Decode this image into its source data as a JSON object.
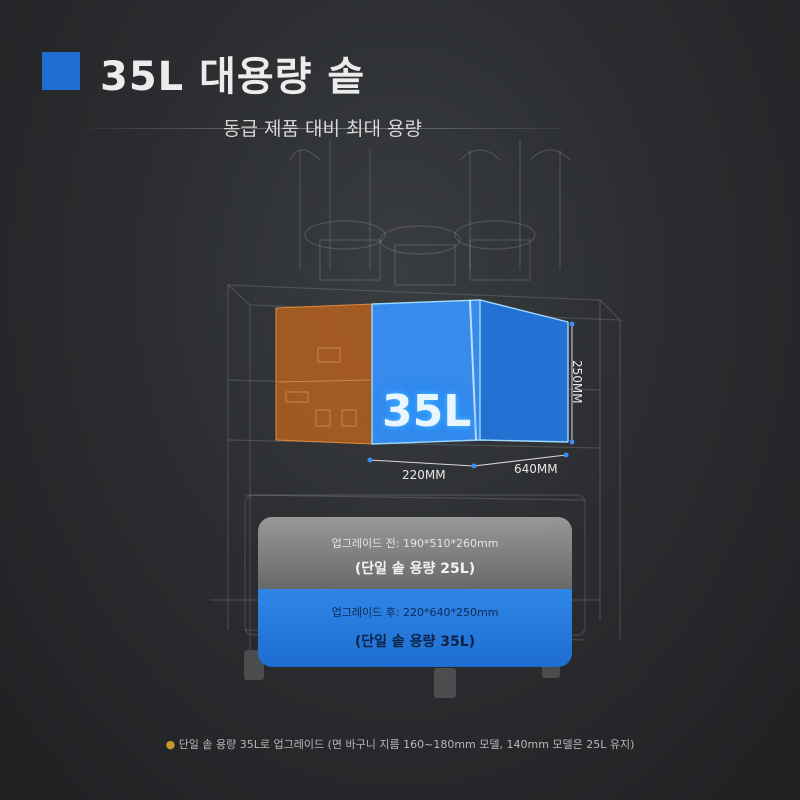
{
  "header": {
    "title": "35L 대용량 솥",
    "subtitle": "동급 제품 대비 최대 용량"
  },
  "product": {
    "capacity_label": "35L",
    "dimensions": {
      "width": "220MM",
      "depth": "640MM",
      "height": "250MM"
    }
  },
  "comparison": {
    "before_spec": "업그레이드 전: 190*510*260mm",
    "before_capacity": "(단일 솥 용량 25L)",
    "after_spec": "업그레이드 후: 220*640*250mm",
    "after_capacity": "(단일 솥 용량 35L)"
  },
  "footnote": "단일 솥 용량 35L로 업그레이드 (면 바구니 지름 160~180mm 모델, 140mm 모델은 25L 유지)",
  "colors": {
    "accent": "#1f6fd1",
    "box_orange": "#c0641e",
    "box_blue": "#2a7fe0",
    "glow": "#4fb6ff"
  }
}
